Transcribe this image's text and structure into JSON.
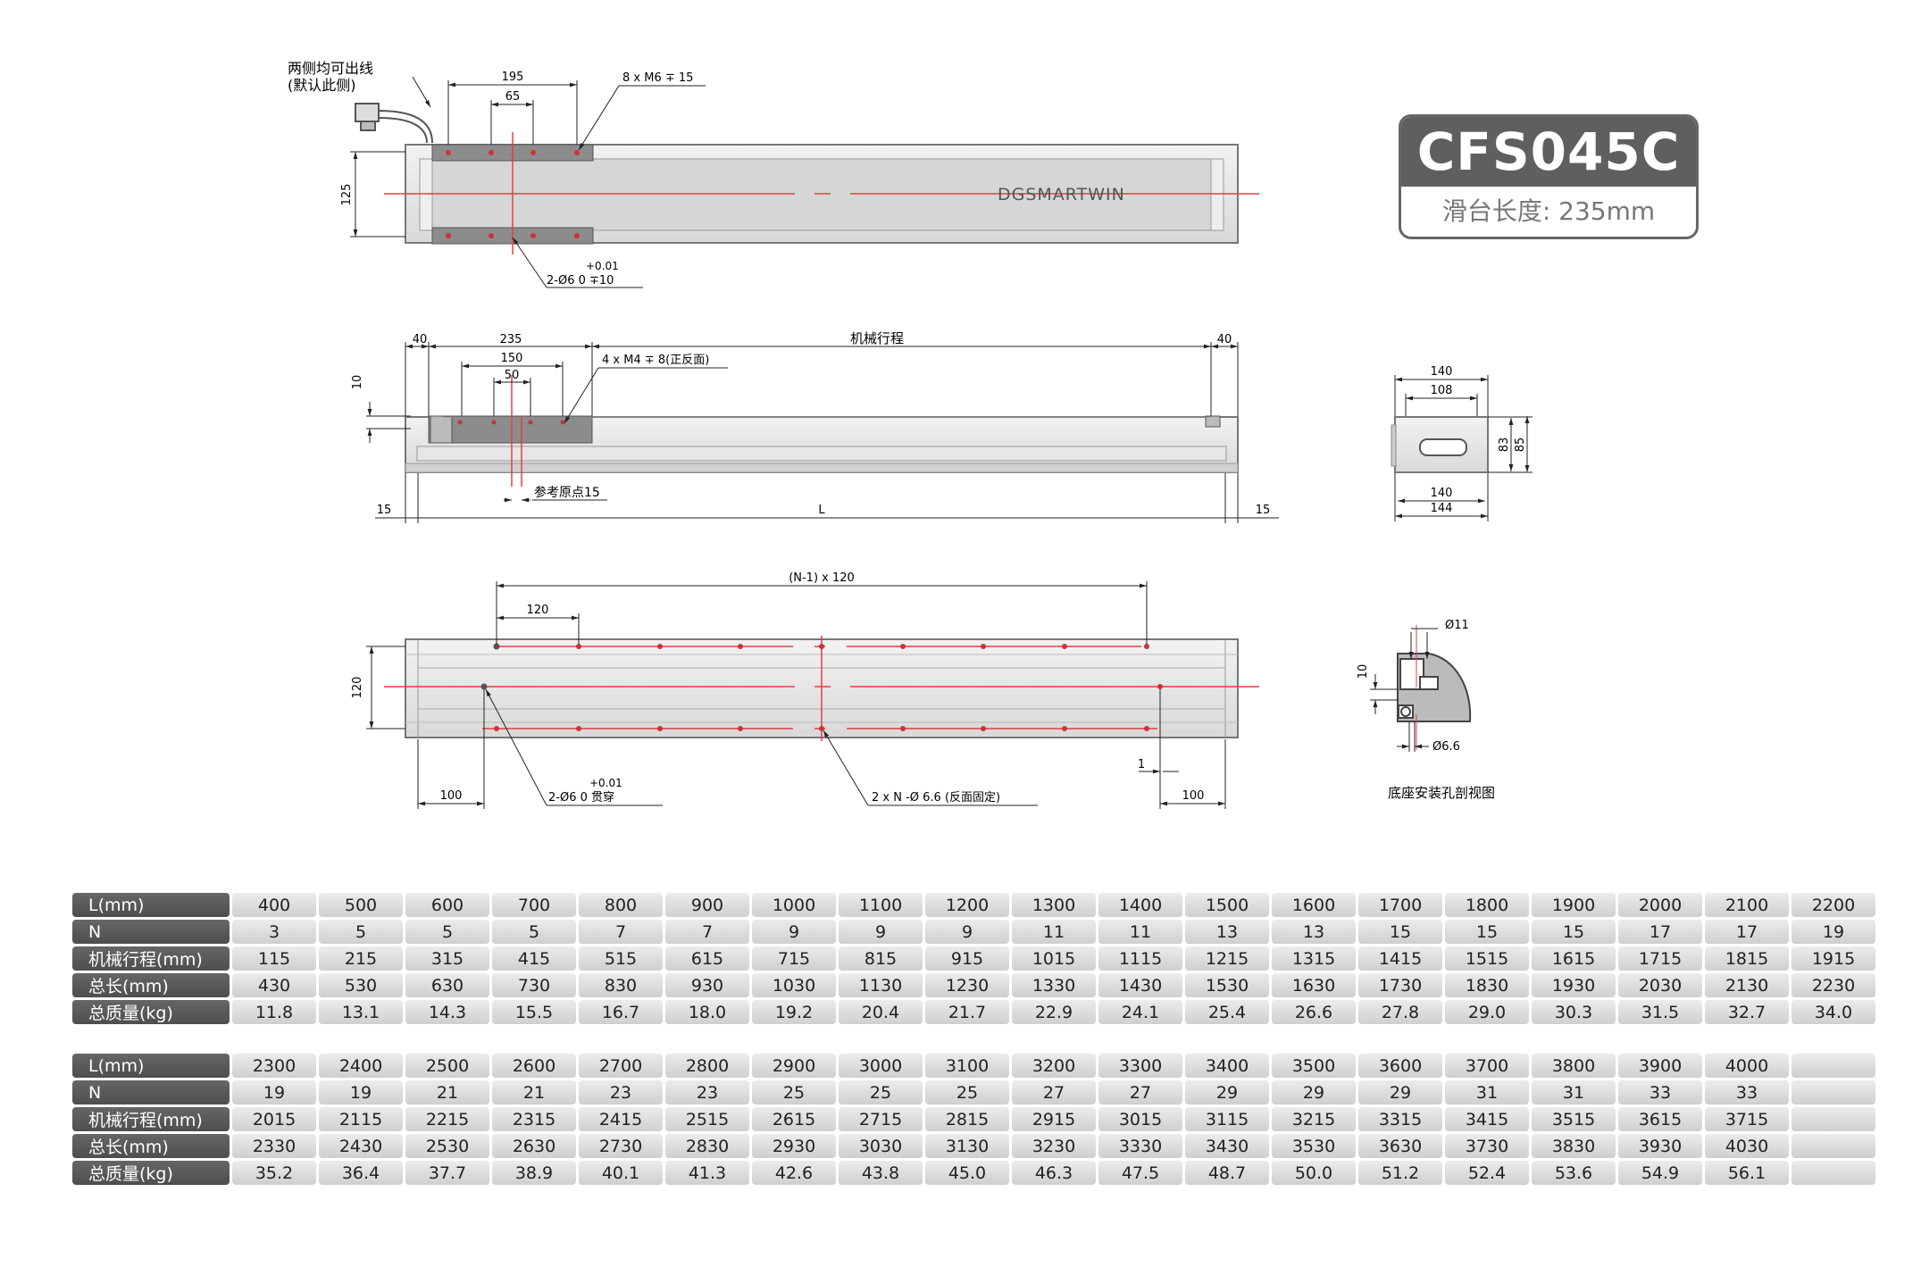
{
  "model": {
    "name": "CFS045C",
    "slider_length_label": "滑台长度: 235mm"
  },
  "drawing": {
    "top_view": {
      "cable_note_1": "两侧均可出线",
      "cable_note_2": "(默认此侧)",
      "dim_195": "195",
      "dim_65": "65",
      "dim_125": "125",
      "hole_note": "8 x M6 ∓ 15",
      "pin_tol": "+0.01",
      "pin_note": "2-Ø6  0   ∓10",
      "brand": "DGSMARTWIN"
    },
    "side_view": {
      "dim_40_left": "40",
      "dim_235": "235",
      "dim_150": "150",
      "dim_50": "50",
      "dim_10": "10",
      "thread_note": "4 x M4 ∓ 8(正反面)",
      "stroke_label": "机械行程",
      "dim_40_right": "40",
      "origin_note": "参考原点15",
      "dim_15_left": "15",
      "dim_L": "L",
      "dim_15_right": "15"
    },
    "end_view": {
      "dim_140_top": "140",
      "dim_108": "108",
      "dim_83": "83",
      "dim_85": "85",
      "dim_140_bottom": "140",
      "dim_144": "144"
    },
    "bottom_view": {
      "pitch_note": "(N-1) x 120",
      "dim_120_pitch": "120",
      "dim_120_width": "120",
      "pin_tol": "+0.01",
      "pin_note": "2-Ø6  0   贯穿",
      "hole_note": "2 x N -Ø 6.6 (反面固定)",
      "dim_100_left": "100",
      "dim_1": "1",
      "dim_100_right": "100"
    },
    "section_view": {
      "dim_11": "Ø11",
      "dim_10": "10",
      "dim_6_6": "Ø6.6",
      "caption": "底座安装孔剖视图"
    }
  },
  "spec_table_1": {
    "rows": [
      {
        "label": "L(mm)",
        "values": [
          "400",
          "500",
          "600",
          "700",
          "800",
          "900",
          "1000",
          "1100",
          "1200",
          "1300",
          "1400",
          "1500",
          "1600",
          "1700",
          "1800",
          "1900",
          "2000",
          "2100",
          "2200"
        ]
      },
      {
        "label": "N",
        "values": [
          "3",
          "5",
          "5",
          "5",
          "7",
          "7",
          "9",
          "9",
          "9",
          "11",
          "11",
          "13",
          "13",
          "15",
          "15",
          "15",
          "17",
          "17",
          "19"
        ]
      },
      {
        "label": "机械行程(mm)",
        "values": [
          "115",
          "215",
          "315",
          "415",
          "515",
          "615",
          "715",
          "815",
          "915",
          "1015",
          "1115",
          "1215",
          "1315",
          "1415",
          "1515",
          "1615",
          "1715",
          "1815",
          "1915"
        ]
      },
      {
        "label": "总长(mm)",
        "values": [
          "430",
          "530",
          "630",
          "730",
          "830",
          "930",
          "1030",
          "1130",
          "1230",
          "1330",
          "1430",
          "1530",
          "1630",
          "1730",
          "1830",
          "1930",
          "2030",
          "2130",
          "2230"
        ]
      },
      {
        "label": "总质量(kg)",
        "values": [
          "11.8",
          "13.1",
          "14.3",
          "15.5",
          "16.7",
          "18.0",
          "19.2",
          "20.4",
          "21.7",
          "22.9",
          "24.1",
          "25.4",
          "26.6",
          "27.8",
          "29.0",
          "30.3",
          "31.5",
          "32.7",
          "34.0"
        ]
      }
    ]
  },
  "spec_table_2": {
    "rows": [
      {
        "label": "L(mm)",
        "values": [
          "2300",
          "2400",
          "2500",
          "2600",
          "2700",
          "2800",
          "2900",
          "3000",
          "3100",
          "3200",
          "3300",
          "3400",
          "3500",
          "3600",
          "3700",
          "3800",
          "3900",
          "4000",
          ""
        ]
      },
      {
        "label": "N",
        "values": [
          "19",
          "19",
          "21",
          "21",
          "23",
          "23",
          "25",
          "25",
          "25",
          "27",
          "27",
          "29",
          "29",
          "29",
          "31",
          "31",
          "33",
          "33",
          ""
        ]
      },
      {
        "label": "机械行程(mm)",
        "values": [
          "2015",
          "2115",
          "2215",
          "2315",
          "2415",
          "2515",
          "2615",
          "2715",
          "2815",
          "2915",
          "3015",
          "3115",
          "3215",
          "3315",
          "3415",
          "3515",
          "3615",
          "3715",
          ""
        ]
      },
      {
        "label": "总长(mm)",
        "values": [
          "2330",
          "2430",
          "2530",
          "2630",
          "2730",
          "2830",
          "2930",
          "3030",
          "3130",
          "3230",
          "3330",
          "3430",
          "3530",
          "3630",
          "3730",
          "3830",
          "3930",
          "4030",
          ""
        ]
      },
      {
        "label": "总质量(kg)",
        "values": [
          "35.2",
          "36.4",
          "37.7",
          "38.9",
          "40.1",
          "41.3",
          "42.6",
          "43.8",
          "45.0",
          "46.3",
          "47.5",
          "48.7",
          "50.0",
          "51.2",
          "52.4",
          "53.6",
          "54.9",
          "56.1",
          ""
        ]
      }
    ]
  }
}
